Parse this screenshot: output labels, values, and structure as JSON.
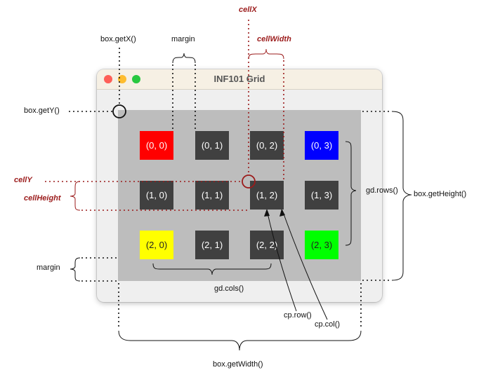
{
  "window": {
    "title": "INF101 Grid"
  },
  "cells": [
    {
      "label": "(0, 0)",
      "color": "#ff0000"
    },
    {
      "label": "(0, 1)",
      "color": "#404040"
    },
    {
      "label": "(0, 2)",
      "color": "#404040"
    },
    {
      "label": "(0, 3)",
      "color": "#0000ff"
    },
    {
      "label": "(1, 0)",
      "color": "#404040"
    },
    {
      "label": "(1, 1)",
      "color": "#404040"
    },
    {
      "label": "(1, 2)",
      "color": "#404040"
    },
    {
      "label": "(1, 3)",
      "color": "#404040"
    },
    {
      "label": "(2, 0)",
      "color": "#ffff00"
    },
    {
      "label": "(2, 1)",
      "color": "#404040"
    },
    {
      "label": "(2, 2)",
      "color": "#404040"
    },
    {
      "label": "(2, 3)",
      "color": "#00ff00"
    }
  ],
  "labels": {
    "box_getx": "box.getX()",
    "box_gety": "box.getY()",
    "margin_top": "margin",
    "margin_left": "margin",
    "cellx": "cellX",
    "cellwidth": "cellWidth",
    "celly": "cellY",
    "cellheight": "cellHeight",
    "gd_rows": "gd.rows()",
    "gd_cols": "gd.cols()",
    "box_getheight": "box.getHeight()",
    "box_getwidth": "box.getWidth()",
    "cp_row": "cp.row()",
    "cp_col": "cp.col()"
  },
  "colors": {
    "annotation_red": "#9b1b1b",
    "cell_dark": "#404040",
    "grid_background": "#bdbdbd"
  }
}
